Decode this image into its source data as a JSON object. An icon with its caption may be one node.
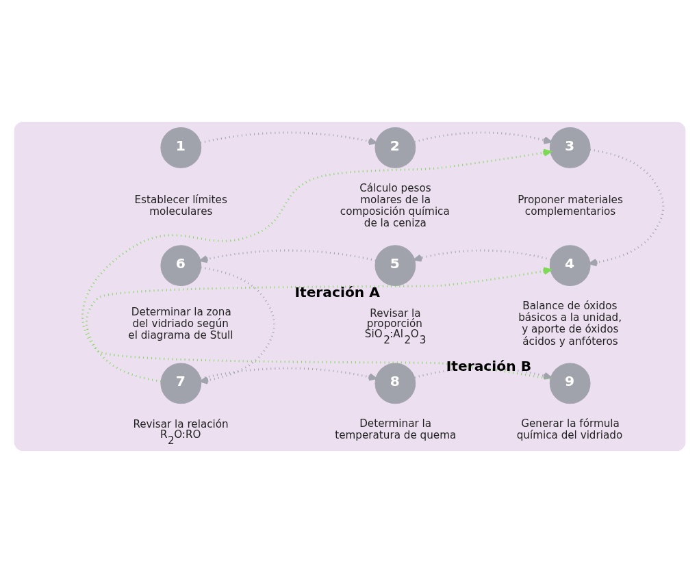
{
  "diagram": {
    "nodes": [
      {
        "text": [],
        "shape": "box"
      },
      {
        "text": [
          "1"
        ],
        "in": 0,
        "beside": [
          "Establecer límites moleculares"
        ]
      },
      {
        "text": [
          "2"
        ],
        "in": 0,
        "beside": [
          "Cálculo pesos molares de la composición química de la ceniza"
        ]
      },
      {
        "text": [
          "3"
        ],
        "in": 0,
        "beside": [
          "Proponer materiales complementarios"
        ]
      },
      {
        "text": [
          "4"
        ],
        "in": 0,
        "beside": [
          "Balance de óxidos básicos a la unidad, y aporte de óxidos ácidos y anfóteros"
        ]
      },
      {
        "text": [
          "5"
        ],
        "in": 0,
        "beside": [
          "Revisar la proporción SiO$_{2}$:Al$_{2}$O$_{3}$"
        ]
      },
      {
        "text": [
          "6"
        ],
        "in": 0,
        "beside": [
          "Determinar la zona del vidriado según el diagrama de Stull"
        ]
      },
      {
        "text": [
          "7"
        ],
        "in": 0,
        "beside": [
          "Revisar la relación R$_{2}$O:RO"
        ]
      },
      {
        "text": [
          "8"
        ],
        "in": 0,
        "beside": [
          "Determinar la temperatura de quema"
        ]
      },
      {
        "text": [
          "9"
        ],
        "in": 0,
        "beside": [
          "Generar la fórmula química del vidriado"
        ]
      }
    ],
    "edges": [
      {
        "from": 1,
        "to": 2,
        "arrow": "to"
      },
      {
        "from": 2,
        "to": 3,
        "arrow": "to"
      },
      {
        "from": 3,
        "to": 4,
        "arrow": "to"
      },
      {
        "from": 4,
        "to": 5,
        "arrow": "to"
      },
      {
        "from": 5,
        "to": 6,
        "arrow": "to"
      },
      {
        "from": 6,
        "to": 7,
        "arrow": "to"
      },
      {
        "from": 7,
        "to": 8,
        "arrow": "to"
      },
      {
        "from": 8,
        "to": 9,
        "arrow": "to"
      },
      {
        "from": 9,
        "to": 3,
        "arrow": "to",
        "label": "Iteración B",
        "color": "#7ed957"
      },
      {
        "from": 7,
        "to": 4,
        "arrow": "to",
        "label": "Iteración A",
        "color": "#7ed957"
      }
    ]
  }
}
